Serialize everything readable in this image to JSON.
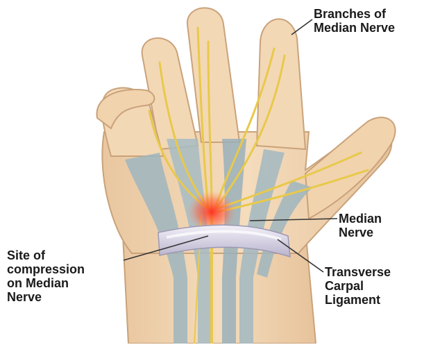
{
  "labels": {
    "branches": "Branches of\nMedian Nerve",
    "median": "Median\nNerve",
    "site": "Site of\ncompression\non Median\nNerve",
    "transverse": "Transverse\nCarpal\nLigament"
  },
  "colors": {
    "skin": "#f2d6b3",
    "skin_shadow": "#d9b58f",
    "tendon": "#9fb6bf",
    "nerve": "#e8c94a",
    "compression": "#e8342a",
    "ligament": "#d8d4e4",
    "leader": "#333333"
  }
}
